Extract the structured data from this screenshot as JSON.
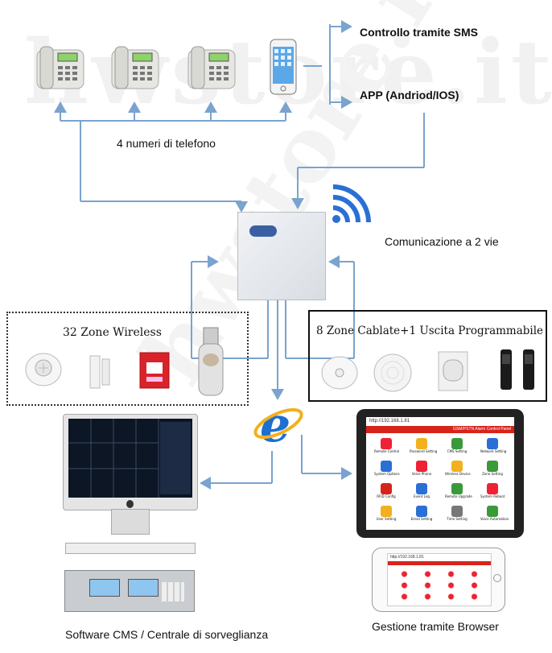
{
  "labels": {
    "sms_control": "Controllo tramite SMS",
    "app": "APP (Andriod/IOS)",
    "phone_numbers": "4 numeri di telefono",
    "two_way": "Comunicazione a 2 vie",
    "wireless_zones": "32 Zone Wireless",
    "wired_zones": "8 Zone Cablate+1 Uscita Programmabile",
    "cms": "Software CMS / Centrale di sorveglianza",
    "browser_mgmt": "Gestione tramite Browser"
  },
  "watermark": "hwstore.it",
  "tablet": {
    "url": "http://192.168.1.81",
    "header": "GSM/PSTN Alarm Control Panel",
    "icons": [
      "Remote Control",
      "Password Setting",
      "CMS Setting",
      "Network Setting",
      "System Options",
      "Voice Phone",
      "Wireless Device",
      "Zone Setting",
      "RFID Config",
      "Event Log",
      "Remote Upgrade",
      "System Reboot",
      "User Setting",
      "Email Setting",
      "Time Setting",
      "Voice Automation"
    ]
  },
  "phone_small": {
    "url": "http://192.168.1.81"
  },
  "colors": {
    "arrow": "#7aa3cf",
    "tablet_header": "#d7241b",
    "ie_blue": "#1d6fd1",
    "ie_gold": "#f2b01e",
    "wifi": "#2a6fd6"
  }
}
